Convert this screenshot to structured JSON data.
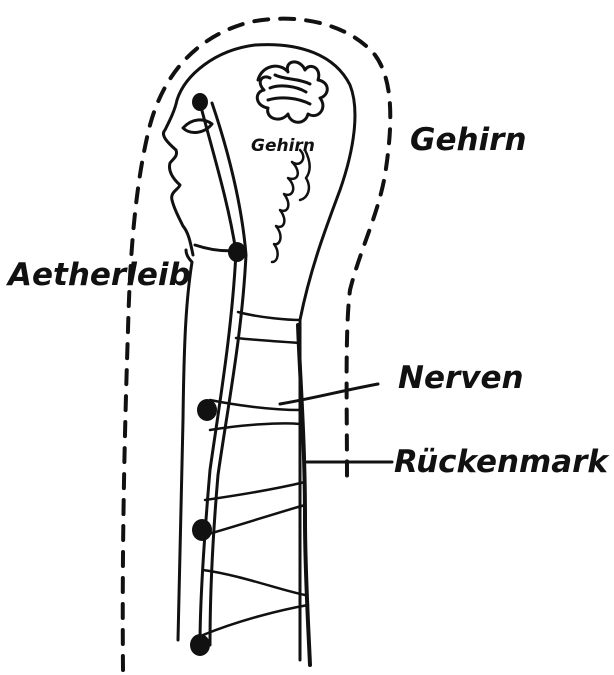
{
  "labels": {
    "gehirn_inner": "Gehirn",
    "gehirn_outer": "Gehirn",
    "aetherleib": "Aetherleib",
    "nerven": "Nerven",
    "rueckenmark": "Rückenmark"
  },
  "colors": {
    "ink": "#111111",
    "background": "#ffffff"
  }
}
